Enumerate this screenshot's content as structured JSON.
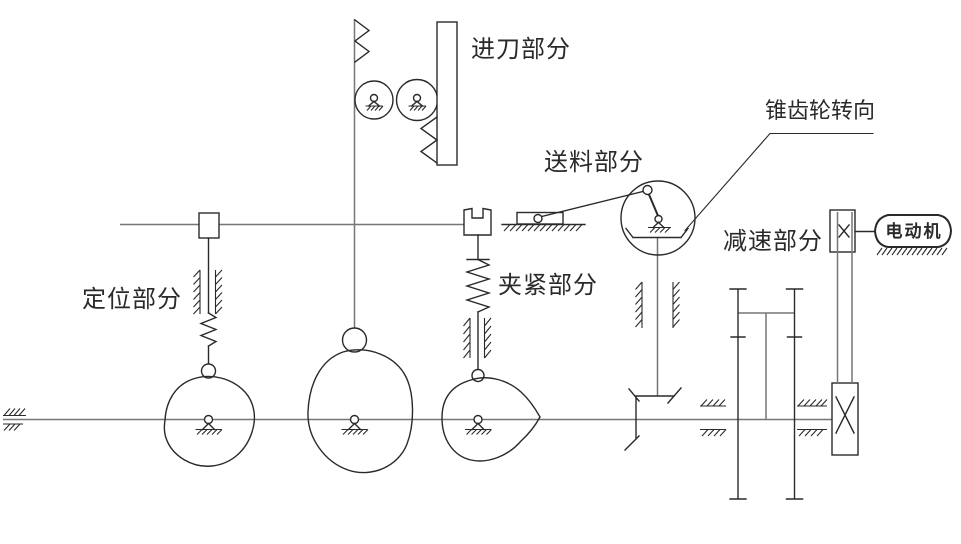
{
  "diagram": {
    "labels": {
      "feed_section": "进刀部分",
      "feeding_section": "送料部分",
      "bevel_gear_note": "锥齿轮转向",
      "reduction_section": "减速部分",
      "motor": "电动机",
      "positioning_section": "定位部分",
      "clamping_section": "夹紧部分"
    },
    "colors": {
      "ink": "#2a2a2a",
      "shaft_gray": "#767676",
      "background": "#ffffff"
    }
  }
}
